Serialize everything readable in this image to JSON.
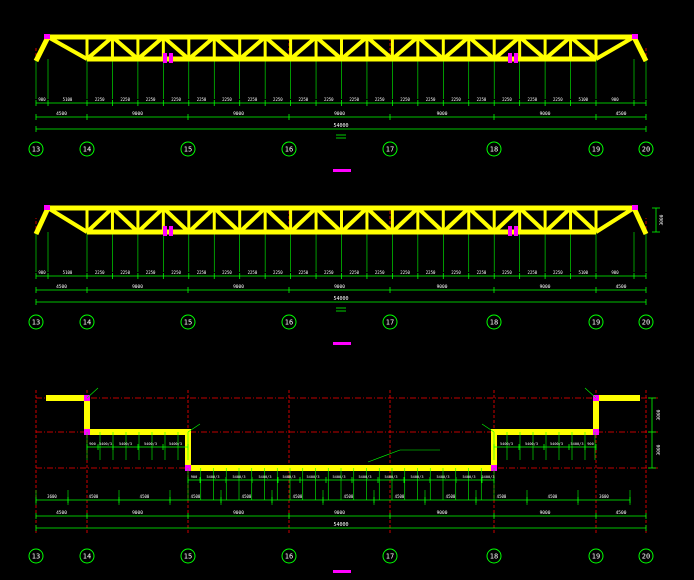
{
  "colors": {
    "background": "#000000",
    "truss": "#ffff00",
    "dimension": "#00ff00",
    "axis_line": "#ff0000",
    "node_plate": "#ff00ff",
    "text": "#ffffff"
  },
  "grid_axes": [
    "13",
    "14",
    "15",
    "16",
    "17",
    "18",
    "19",
    "20"
  ],
  "elevation_1": {
    "chord_dims": [
      "900",
      "5100",
      "2250",
      "2250",
      "2250",
      "2250",
      "2250",
      "2250",
      "2250",
      "2250",
      "2250",
      "2250",
      "2250",
      "2250",
      "2250",
      "2250",
      "2250",
      "2250",
      "2250",
      "2250",
      "2250",
      "5100",
      "900"
    ],
    "span_dims": [
      "4500",
      "9000",
      "9000",
      "9000",
      "9000",
      "9000",
      "4500"
    ],
    "total_dim": "54000"
  },
  "elevation_2": {
    "chord_dims": [
      "900",
      "5100",
      "2250",
      "2250",
      "2250",
      "2250",
      "2250",
      "2250",
      "2250",
      "2250",
      "2250",
      "2250",
      "2250",
      "2250",
      "2250",
      "2250",
      "2250",
      "2250",
      "2250",
      "2250",
      "2250",
      "5100",
      "900"
    ],
    "span_dims": [
      "4500",
      "9000",
      "9000",
      "9000",
      "9000",
      "9000",
      "4500"
    ],
    "total_dim": "54000",
    "height_dim": "3000"
  },
  "plan": {
    "upper_dims": [
      "900",
      "5400/3",
      "5400/3",
      "5400/3",
      "5400/3",
      "5400/3",
      "5400/3",
      "900"
    ],
    "lower_dims": [
      "900",
      "5400/3",
      "5400/3",
      "5400/3",
      "5400/3",
      "5400/3",
      "5400/3",
      "5400/3",
      "5400/3",
      "5400/3",
      "5400/3",
      "5400/3",
      "5400/3",
      "5400/3",
      "5400/3",
      "5400/3",
      "5400/3",
      "5400/3",
      "5400/3",
      "900"
    ],
    "seg_dims": [
      "3600",
      "4500",
      "4500",
      "4500",
      "4500",
      "4500",
      "4500",
      "4500",
      "4500",
      "4500",
      "4500",
      "3600"
    ],
    "span_dims": [
      "4500",
      "9000",
      "9000",
      "9000",
      "9000",
      "9000",
      "4500"
    ],
    "total_dim": "54000",
    "right_dims": [
      "3000",
      "3000"
    ]
  }
}
